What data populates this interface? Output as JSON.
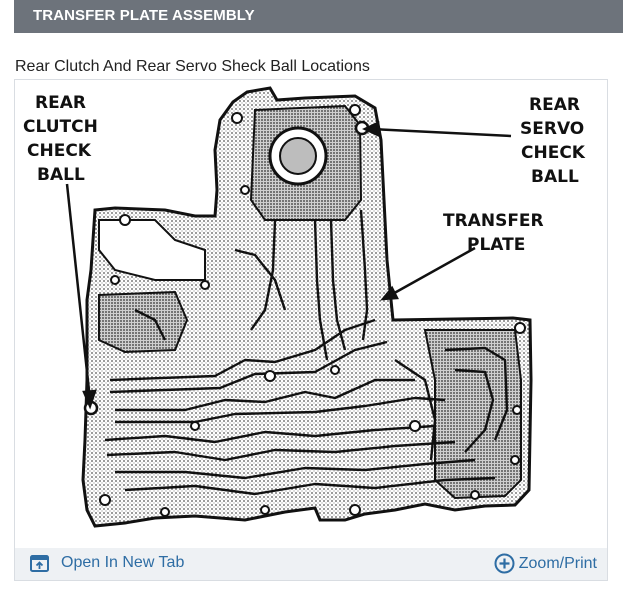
{
  "header": {
    "title": "TRANSFER PLATE ASSEMBLY"
  },
  "caption": "Rear Clutch And Rear Servo Sheck Ball Locations",
  "diagram": {
    "labels": {
      "rear_clutch_check_ball": [
        "REAR",
        "CLUTCH",
        "CHECK",
        "BALL"
      ],
      "rear_servo_check_ball": [
        "REAR",
        "SERVO",
        "CHECK",
        "BALL"
      ],
      "transfer_plate": [
        "TRANSFER",
        "PLATE"
      ]
    }
  },
  "footer": {
    "open_tab_label": "Open In New Tab",
    "zoom_label": "Zoom/Print",
    "link_color": "#2e6da4"
  },
  "icons": {
    "open_tab": "open-external-icon",
    "zoom": "plus-circle-icon"
  }
}
